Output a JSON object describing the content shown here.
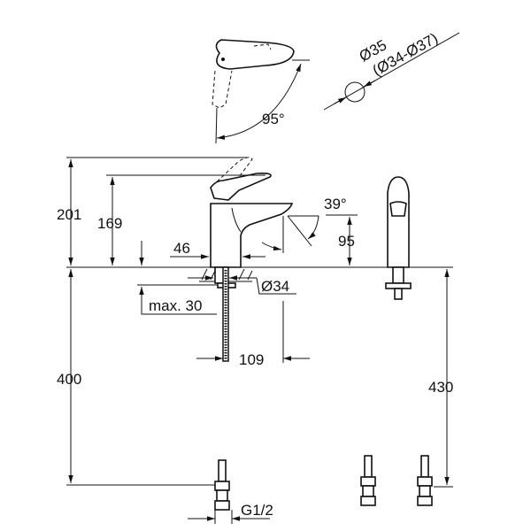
{
  "drawing": {
    "lever_angle": "95°",
    "hole_diameter": "Ø35",
    "hole_range": "(Ø34-Ø37)",
    "height_total": "201",
    "height_spout": "169",
    "spout_angle": "39°",
    "spout_outlet_height": "95",
    "body_width": "46",
    "base_diameter": "Ø34",
    "max_thickness": "max. 30",
    "projection": "109",
    "hose_length_left": "400",
    "hose_length_right": "430",
    "connection": "G1/2"
  }
}
